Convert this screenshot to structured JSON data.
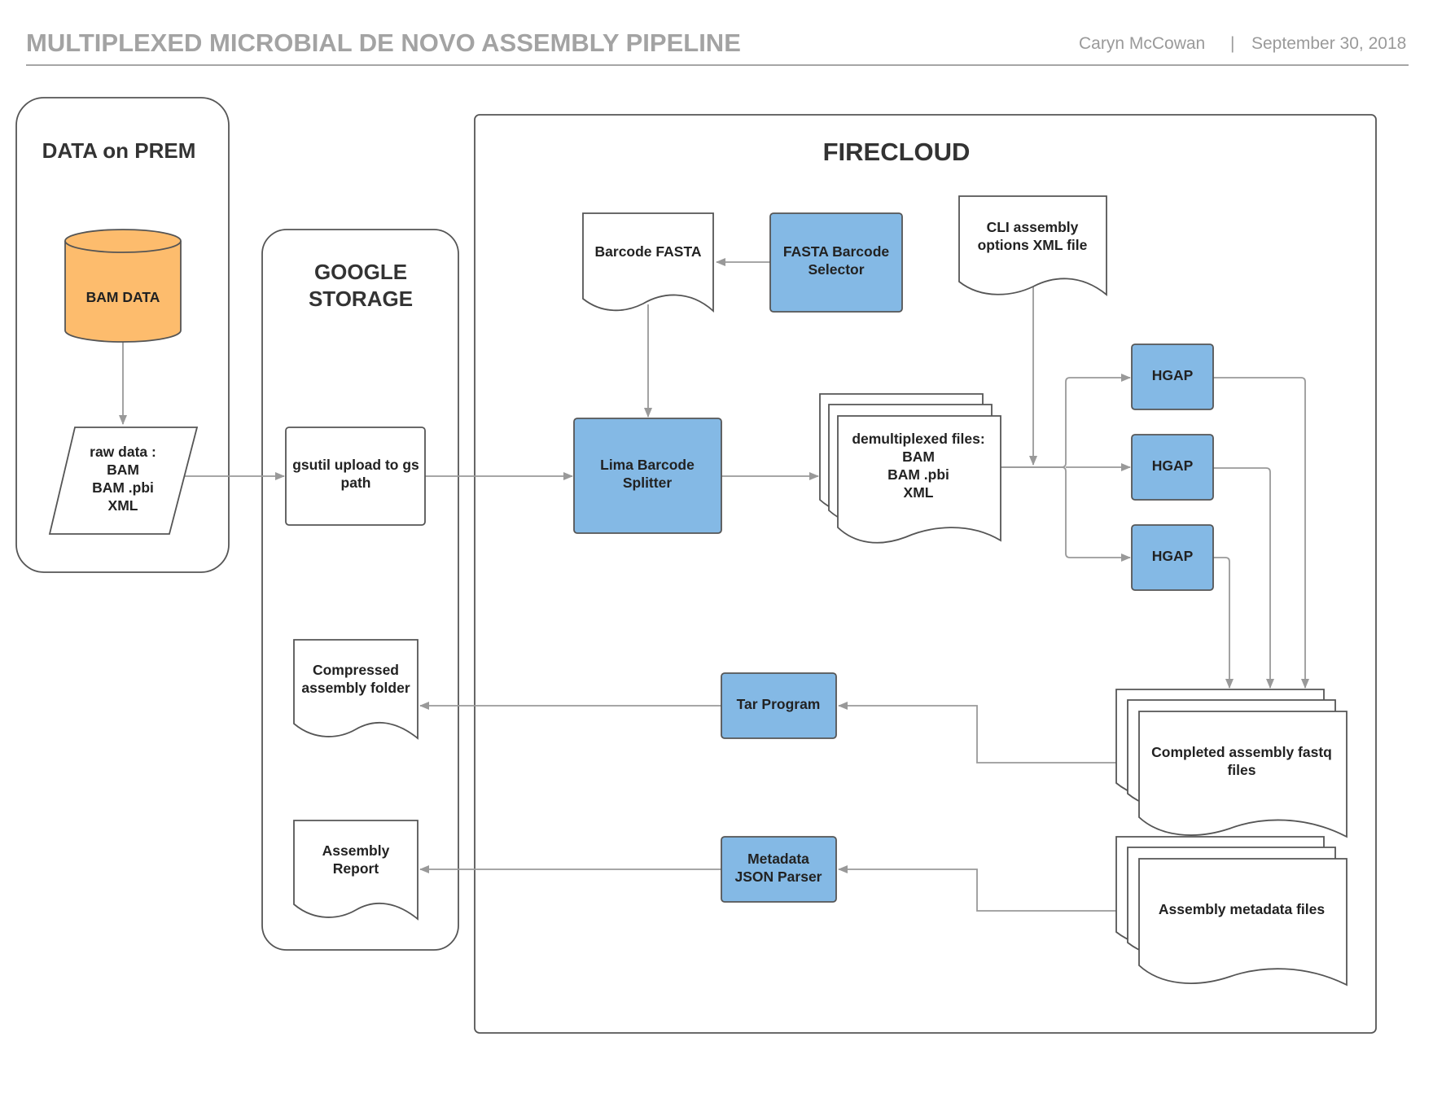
{
  "header": {
    "title": "MULTIPLEXED MICROBIAL DE NOVO ASSEMBLY PIPELINE",
    "author": "Caryn McCowan",
    "separator": "|",
    "date": "September 30, 2018"
  },
  "regions": {
    "on_prem": "DATA on PREM",
    "google_storage": [
      "GOOGLE",
      "STORAGE"
    ],
    "firecloud": "FIRECLOUD"
  },
  "nodes": {
    "bam_data": "BAM DATA",
    "raw_data": [
      "raw  data :",
      "BAM",
      "BAM .pbi",
      "XML"
    ],
    "gsutil_upload": [
      "gsutil upload to gs",
      "path"
    ],
    "barcode_fasta": "Barcode FASTA",
    "fasta_barcode_selector": [
      "FASTA Barcode",
      "Selector"
    ],
    "cli_options": [
      "CLI assembly",
      "options XML file"
    ],
    "lima_splitter": [
      "Lima Barcode",
      "Splitter"
    ],
    "demux_files": [
      "demultiplexed  files:",
      "BAM",
      "BAM .pbi",
      "XML"
    ],
    "hgap_1": "HGAP",
    "hgap_2": "HGAP",
    "hgap_3": "HGAP",
    "completed_fastq": [
      "Completed assembly fastq",
      "files"
    ],
    "tar_program": "Tar Program",
    "compressed_folder": [
      "Compressed",
      "assembly  folder"
    ],
    "metadata_files": "Assembly metadata files",
    "json_parser": [
      "Metadata",
      "JSON Parser"
    ],
    "assembly_report": [
      "Assembly",
      "Report"
    ]
  },
  "colors": {
    "process_fill": "#84b9e5",
    "database_fill": "#fdbc6d",
    "outline": "#555555",
    "connector": "#999999",
    "title_gray": "#a3a3a3"
  }
}
